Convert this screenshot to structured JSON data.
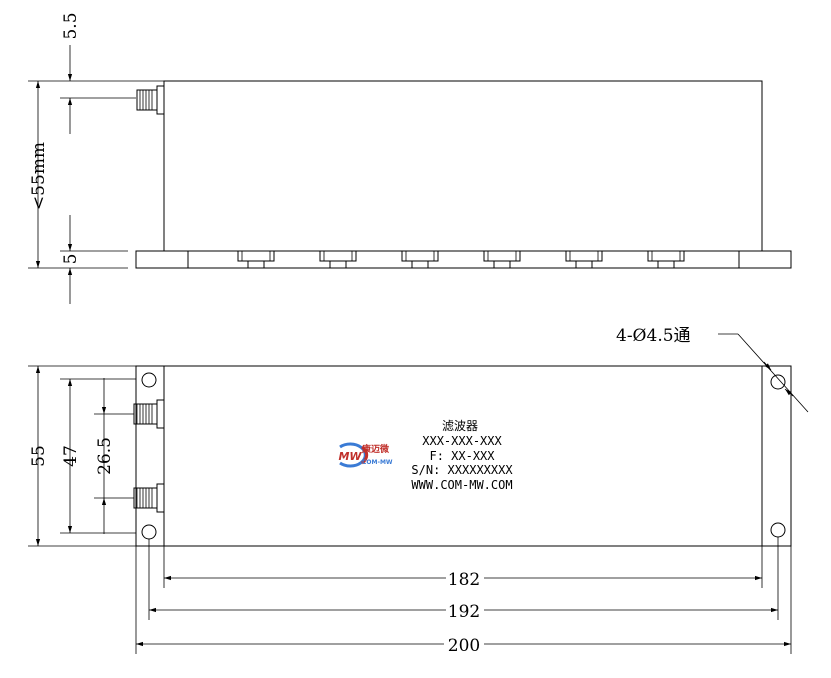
{
  "dimensions": {
    "top_connector_offset": "5.5",
    "body_height": "<55mm",
    "base_height": "5",
    "width_55": "55",
    "hole_pitch_47": "47",
    "connector_pitch": "26.5",
    "length_182": "182",
    "length_192": "192",
    "length_200": "200",
    "mounting_holes": "4-Ø4.5通"
  },
  "label": {
    "name": "滤波器",
    "model": "XXX-XXX-XXX",
    "frequency": "F: XX-XXX",
    "serial": "S/N: XXXXXXXXX",
    "website": "WWW.COM-MW.COM"
  },
  "logo": {
    "mark": "MW",
    "company": "康迈微",
    "brand": "COM-MW",
    "color": "#c0302b",
    "accent": "#3a7bd5"
  }
}
